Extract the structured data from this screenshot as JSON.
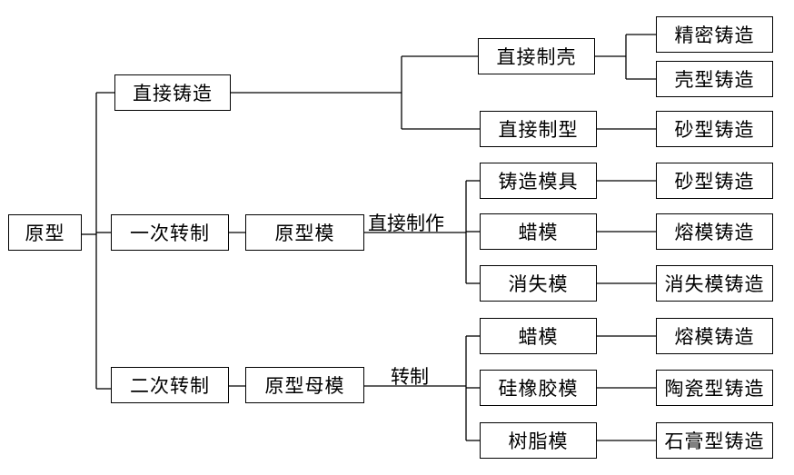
{
  "nodes": {
    "root": "原型",
    "direct_cast": "直接铸造",
    "first_copy": "一次转制",
    "second_copy": "二次转制",
    "pattern_mold": "原型模",
    "master_mold": "原型母模",
    "direct_shell": "直接制壳",
    "direct_mold": "直接制型",
    "precision_cast": "精密铸造",
    "shell_cast": "壳型铸造",
    "sand_cast_1": "砂型铸造",
    "casting_tooling": "铸造模具",
    "wax_1": "蜡模",
    "lost_foam": "消失模",
    "sand_cast_2": "砂型铸造",
    "investment_cast_1": "熔模铸造",
    "lost_foam_cast": "消失模铸造",
    "wax_2": "蜡模",
    "silicone_mold": "硅橡胶模",
    "resin_mold": "树脂模",
    "investment_cast_2": "熔模铸造",
    "ceramic_cast": "陶瓷型铸造",
    "plaster_cast": "石膏型铸造"
  },
  "edge_labels": {
    "direct_make": "直接制作",
    "transfer": "转制"
  }
}
